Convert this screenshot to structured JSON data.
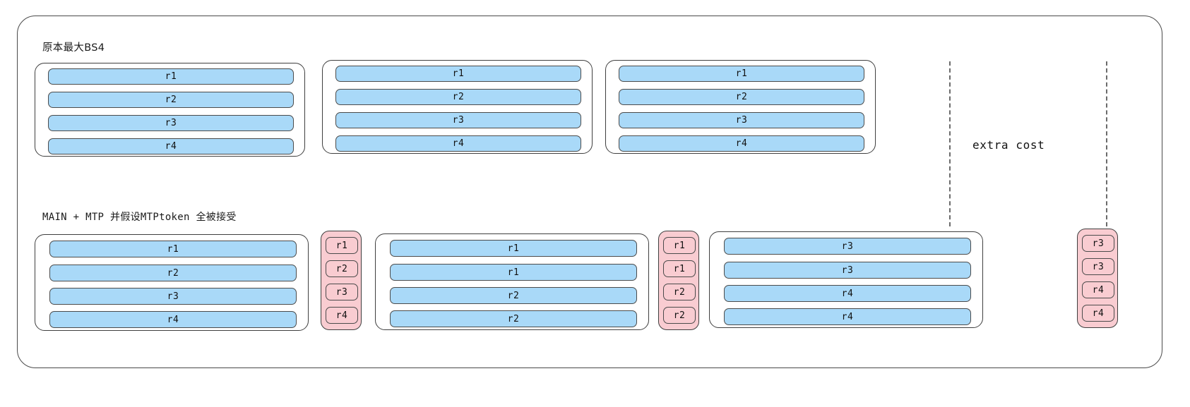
{
  "diagram": {
    "title_top": "原本最大BS4",
    "title_bottom": "MAIN + MTP 并假设MTPtoken 全被接受",
    "extra_cost_label": "extra cost",
    "colors": {
      "blue_fill": "#a9d9f8",
      "pink_fill": "#f9ccd1",
      "stroke": "#4b4b4b",
      "frame_stroke": "#4a4a4a",
      "dash_stroke": "#6b6b6b",
      "background": "#ffffff"
    },
    "top_row": {
      "groups": [
        {
          "name": "top-group-1",
          "bars": [
            "r1",
            "r2",
            "r3",
            "r4"
          ]
        },
        {
          "name": "top-group-2",
          "bars": [
            "r1",
            "r2",
            "r3",
            "r4"
          ]
        },
        {
          "name": "top-group-3",
          "bars": [
            "r1",
            "r2",
            "r3",
            "r4"
          ]
        }
      ]
    },
    "bottom_row": {
      "groups": [
        {
          "name": "bottom-group-1",
          "bars": [
            "r1",
            "r2",
            "r3",
            "r4"
          ]
        },
        {
          "name": "bottom-group-2",
          "bars": [
            "r1",
            "r1",
            "r2",
            "r2"
          ]
        },
        {
          "name": "bottom-group-3",
          "bars": [
            "r3",
            "r3",
            "r4",
            "r4"
          ]
        }
      ],
      "extra_columns": [
        {
          "name": "extra-col-1",
          "bars": [
            "r1",
            "r2",
            "r3",
            "r4"
          ]
        },
        {
          "name": "extra-col-2",
          "bars": [
            "r1",
            "r1",
            "r2",
            "r2"
          ]
        },
        {
          "name": "extra-col-3",
          "bars": [
            "r3",
            "r3",
            "r4",
            "r4"
          ]
        }
      ]
    }
  }
}
